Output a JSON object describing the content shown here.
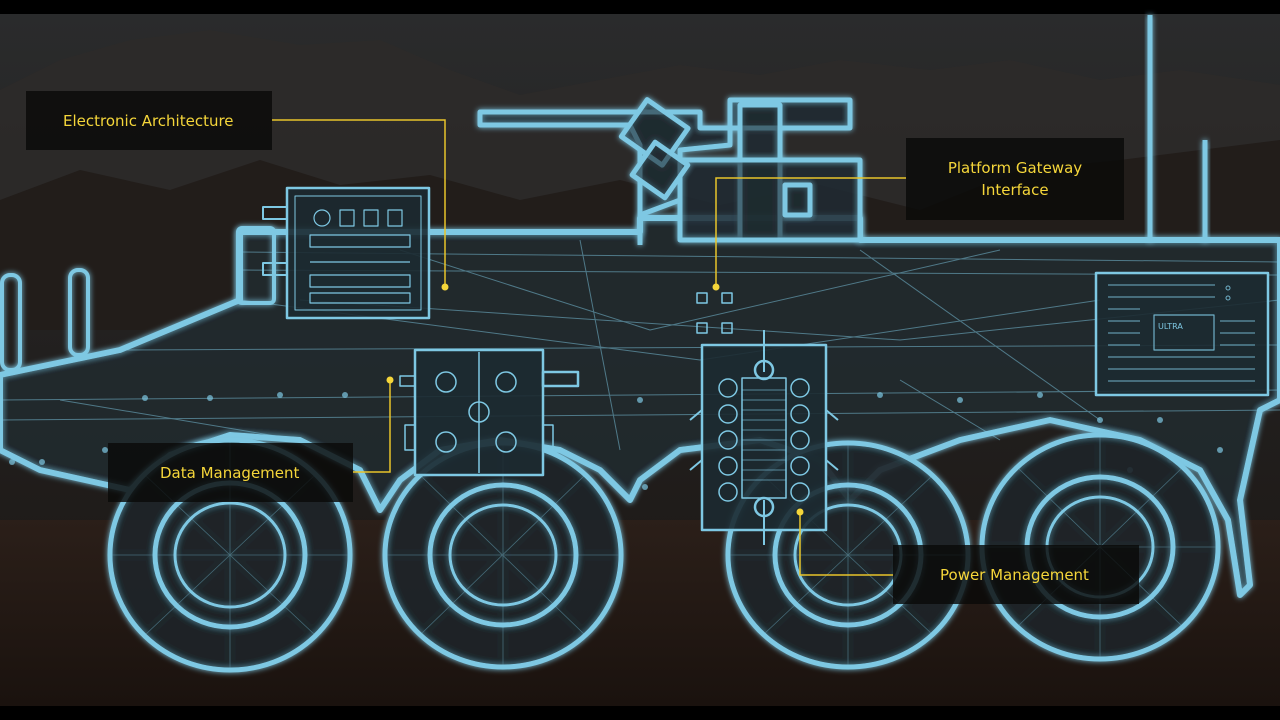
{
  "callouts": {
    "electronic_architecture": "Electronic Architecture",
    "platform_gateway": "Platform Gateway\nInterface",
    "data_management": "Data Management",
    "power_management": "Power Management"
  },
  "module_badge": {
    "brand": "ULTRA"
  },
  "colors": {
    "wireframe": "#7ec8e3",
    "callout_text": "#f5d63a",
    "leader_line": "#e8c42a",
    "background": "#1a1715"
  }
}
